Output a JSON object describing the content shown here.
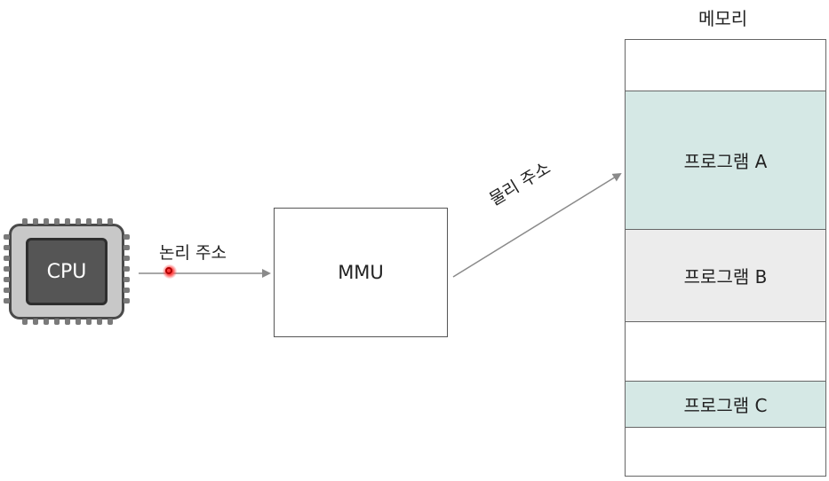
{
  "cpu": {
    "label": "CPU"
  },
  "mmu": {
    "label": "MMU"
  },
  "arrows": {
    "logical_address": "논리 주소",
    "physical_address": "물리 주소"
  },
  "memory": {
    "title": "메모리",
    "segments": [
      {
        "label": "",
        "fill": "#ffffff"
      },
      {
        "label": "프로그램 A",
        "fill": "#d5e8e5"
      },
      {
        "label": "프로그램 B",
        "fill": "#ececec"
      },
      {
        "label": "",
        "fill": "#ffffff"
      },
      {
        "label": "프로그램 C",
        "fill": "#d5e8e5"
      },
      {
        "label": "",
        "fill": "#ffffff"
      }
    ]
  },
  "colors": {
    "arrow": "#8a8a8a",
    "program_highlight": "#d5e8e5",
    "program_neutral": "#ececec",
    "pointer": "#ff2b2b"
  }
}
